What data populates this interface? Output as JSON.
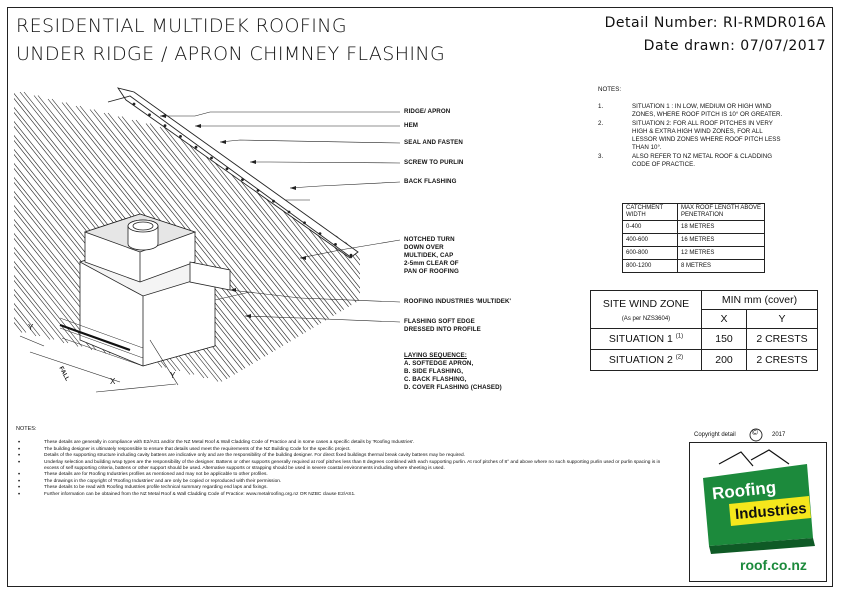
{
  "header": {
    "title_line1": "RESIDENTIAL MULTIDEK ROOFING",
    "title_line2": "UNDER RIDGE / APRON CHIMNEY FLASHING",
    "detail_number": "Detail Number:  RI-RMDR016A",
    "date_drawn": "Date drawn:  07/07/2017"
  },
  "callouts": {
    "ridge": "RIDGE/ APRON",
    "hem": "HEM",
    "seal": "SEAL AND FASTEN",
    "screw": "SCREW TO PURLIN",
    "back": "BACK FLASHING",
    "notched": [
      "NOTCHED TURN",
      "DOWN OVER",
      "MULTIDEK, CAP",
      "2-5mm CLEAR OF",
      "PAN OF ROOFING"
    ],
    "multidek": "ROOFING INDUSTRIES 'MULTIDEK'",
    "soft_edge": [
      "FLASHING SOFT EDGE",
      "DRESSED INTO PROFILE"
    ],
    "fall": "FALL",
    "x": "X",
    "y": "Y"
  },
  "laying": {
    "heading": "LAYING SEQUENCE:",
    "items": [
      "A. SOFTEDGE APRON,",
      "B. SIDE FLASHING,",
      "C. BACK FLASHING,",
      "D. COVER FLASHING (CHASED)"
    ]
  },
  "notes_right": {
    "heading": "NOTES:",
    "items": [
      {
        "num": "1.",
        "lines": [
          "SITUATION 1 : IN LOW, MEDIUM OR HIGH WIND",
          "ZONES, WHERE ROOF PITCH IS 10° OR GREATER."
        ]
      },
      {
        "num": "2.",
        "lines": [
          "SITUATION 2: FOR ALL ROOF PITCHES IN VERY",
          "HIGH & EXTRA HIGH WIND ZONES, FOR ALL",
          "LESSOR WIND ZONES WHERE ROOF PITCH LESS",
          "THAN 10°."
        ]
      },
      {
        "num": "3.",
        "lines": [
          "ALSO REFER TO NZ METAL ROOF & CLADDING",
          "CODE OF PRACTICE."
        ]
      }
    ]
  },
  "catchment_table": {
    "headers": [
      "CATCHMENT WIDTH",
      "MAX ROOF LENGTH ABOVE PENETRATION"
    ],
    "rows": [
      [
        "0-400",
        "18 METRES"
      ],
      [
        "400-600",
        "16 METRES"
      ],
      [
        "600-800",
        "12 METRES"
      ],
      [
        "800-1200",
        "8 METRES"
      ]
    ]
  },
  "wind_table": {
    "col1_header": "SITE WIND ZONE",
    "col1_sub": "(As per NZS3604)",
    "min_header": "MIN mm (cover)",
    "x_header": "X",
    "y_header": "Y",
    "rows": [
      {
        "label": "SITUATION 1",
        "sup": "(1)",
        "x": "150",
        "y": "2 CRESTS"
      },
      {
        "label": "SITUATION 2",
        "sup": "(2)",
        "x": "200",
        "y": "2 CRESTS"
      }
    ]
  },
  "bottom_notes": {
    "heading": "NOTES:",
    "items": [
      "These details are generally in compliance with E2/AS1 and/or the NZ Metal Roof & Wall Cladding Code of Practice and in some cases a specific details by 'Roofing Industries'.",
      "The building designer is ultimately responsible to ensure that details used meet the requirements of the NZ Building Code for the specific project.",
      "Details of the supporting structure including cavity battens are indicative only and are the responsibility of the building designer. For direct fixed buildings thermal break cavity battens may be required.",
      "Underlay selection and building wrap types are the responsibility of the designer. Battens or other supports generally required at roof pitches less than 8 degrees combined with each supporting purlin. At roof pitches of 8° and above where no such supporting purlin used or purlin spacing is in excess of self supporting criteria, battens or other support should be used. Alternative supports or strapping should be used in severe coastal environments including where sheeting is used.",
      "These details are for Roofing Industries profiles as mentioned and may not be applicable to other profiles.",
      "The drawings in the copyright of 'Roofing Industries' and are only be copied or reproduced with their permission.",
      "These details to be read with Roofing Industries profile technical summary regarding end laps and fixings.",
      "Further information can be obtained from the NZ Metal Roof & Wall Cladding Code of Practice: www.metalroofing.org.nz OR NZBC clause E2/AS1."
    ]
  },
  "copyright": {
    "label": "Copyright detail",
    "symbol": "©",
    "year": "2017"
  },
  "logo": {
    "line1": "Roofing",
    "line2": "Industries",
    "url": "roof.co.nz"
  },
  "colors": {
    "logo_green": "#1c8a3c",
    "logo_yellow": "#f5e71c",
    "line": "#222222"
  }
}
